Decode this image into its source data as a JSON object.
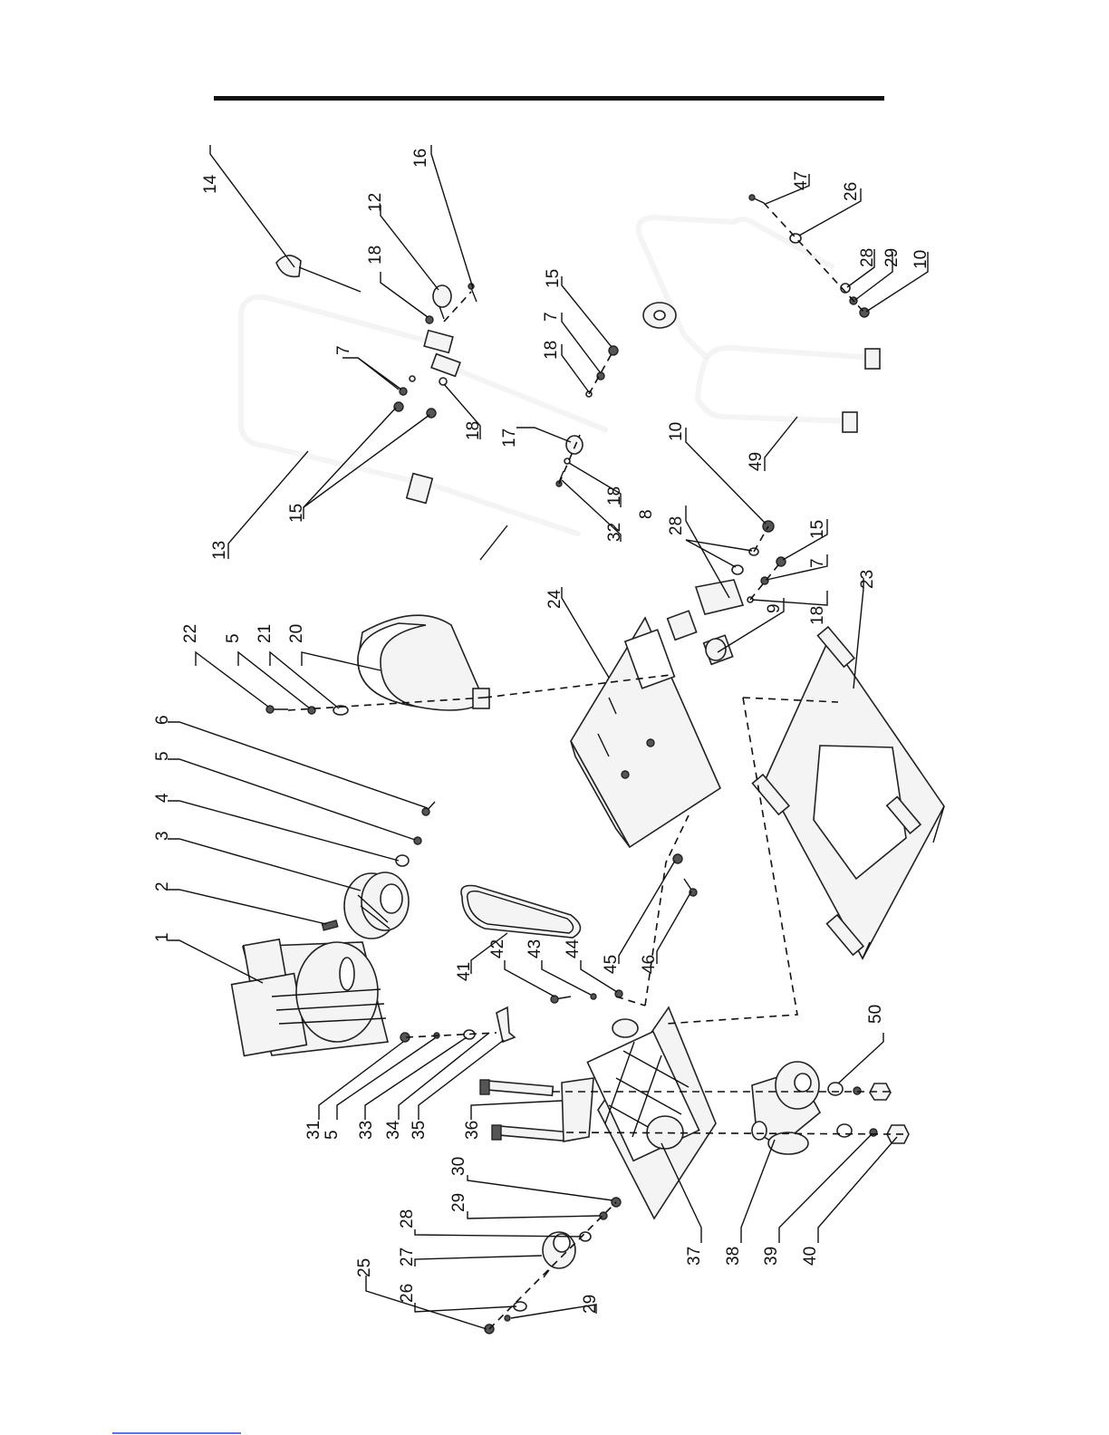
{
  "colors": {
    "line": "#111111",
    "footer_link": "#3344cc"
  },
  "callouts": [
    {
      "id": "c1",
      "label": "1"
    },
    {
      "id": "c2",
      "label": "2"
    },
    {
      "id": "c3",
      "label": "3"
    },
    {
      "id": "c4",
      "label": "4"
    },
    {
      "id": "c5a",
      "label": "5"
    },
    {
      "id": "c6",
      "label": "6"
    },
    {
      "id": "c22",
      "label": "22"
    },
    {
      "id": "c5b",
      "label": "5"
    },
    {
      "id": "c21",
      "label": "21"
    },
    {
      "id": "c20",
      "label": "20"
    },
    {
      "id": "c14",
      "label": "14"
    },
    {
      "id": "c18a",
      "label": "18"
    },
    {
      "id": "c12",
      "label": "12"
    },
    {
      "id": "c16",
      "label": "16"
    },
    {
      "id": "c7a",
      "label": "7"
    },
    {
      "id": "c15a",
      "label": "15"
    },
    {
      "id": "c13",
      "label": "13"
    },
    {
      "id": "c18b",
      "label": "18"
    },
    {
      "id": "c17",
      "label": "17"
    },
    {
      "id": "c18c",
      "label": "18"
    },
    {
      "id": "c32",
      "label": "32"
    },
    {
      "id": "c18d",
      "label": "18"
    },
    {
      "id": "c7b",
      "label": "7"
    },
    {
      "id": "c15b",
      "label": "15"
    },
    {
      "id": "c47",
      "label": "47"
    },
    {
      "id": "c26a",
      "label": "26"
    },
    {
      "id": "c28a",
      "label": "28"
    },
    {
      "id": "c29a",
      "label": "29"
    },
    {
      "id": "c10a",
      "label": "10"
    },
    {
      "id": "c49",
      "label": "49"
    },
    {
      "id": "c10b",
      "label": "10"
    },
    {
      "id": "c8",
      "label": "8"
    },
    {
      "id": "c28b",
      "label": "28"
    },
    {
      "id": "c15c",
      "label": "15"
    },
    {
      "id": "c7c",
      "label": "7"
    },
    {
      "id": "c9",
      "label": "9"
    },
    {
      "id": "c18e",
      "label": "18"
    },
    {
      "id": "c24",
      "label": "24"
    },
    {
      "id": "c23",
      "label": "23"
    },
    {
      "id": "c41",
      "label": "41"
    },
    {
      "id": "c42",
      "label": "42"
    },
    {
      "id": "c43",
      "label": "43"
    },
    {
      "id": "c44",
      "label": "44"
    },
    {
      "id": "c45",
      "label": "45"
    },
    {
      "id": "c46",
      "label": "46"
    },
    {
      "id": "c31",
      "label": "31"
    },
    {
      "id": "c5c",
      "label": "5"
    },
    {
      "id": "c33",
      "label": "33"
    },
    {
      "id": "c34",
      "label": "34"
    },
    {
      "id": "c35",
      "label": "35"
    },
    {
      "id": "c36",
      "label": "36"
    },
    {
      "id": "c30",
      "label": "30"
    },
    {
      "id": "c29b",
      "label": "29"
    },
    {
      "id": "c28c",
      "label": "28"
    },
    {
      "id": "c27",
      "label": "27"
    },
    {
      "id": "c25",
      "label": "25"
    },
    {
      "id": "c26b",
      "label": "26"
    },
    {
      "id": "c29c",
      "label": "29"
    },
    {
      "id": "c37",
      "label": "37"
    },
    {
      "id": "c38",
      "label": "38"
    },
    {
      "id": "c39",
      "label": "39"
    },
    {
      "id": "c40",
      "label": "40"
    },
    {
      "id": "c50",
      "label": "50"
    }
  ]
}
